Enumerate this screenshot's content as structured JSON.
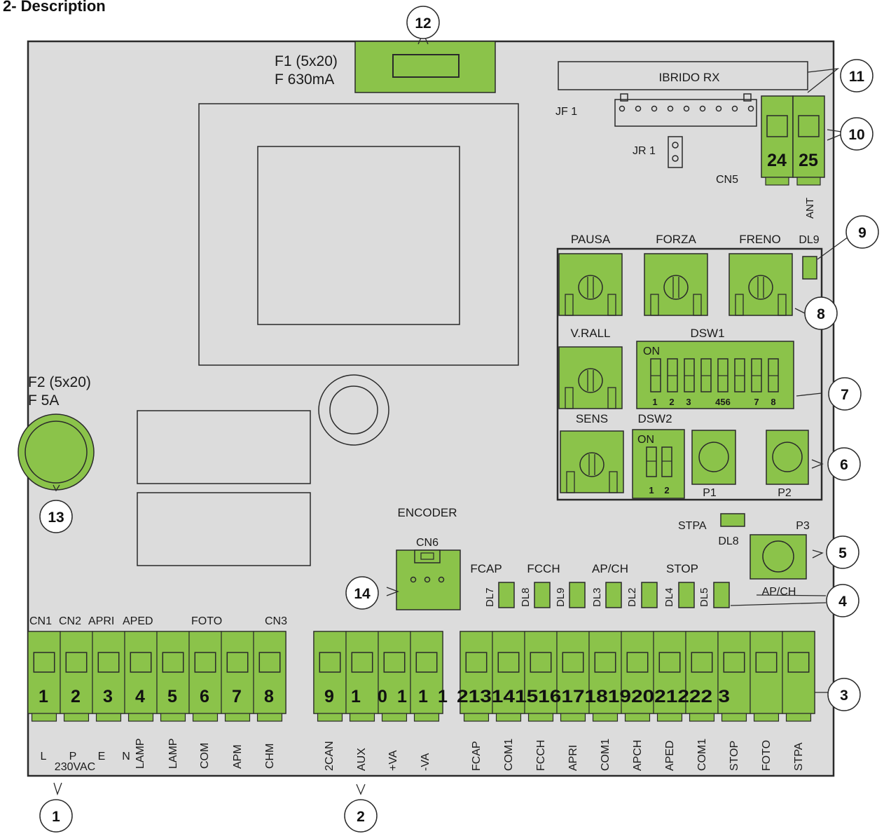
{
  "heading": "2- Description",
  "colors": {
    "board": "#dcdcdc",
    "green": "#8bc34a",
    "outline": "#2a2a2a"
  },
  "fuse_f1": {
    "line1": "F1 (5x20)",
    "line2": "F 630mA"
  },
  "fuse_f2": {
    "line1": "F2 (5x20)",
    "line2": "F 5A"
  },
  "ibrido": "IBRIDO RX",
  "jf1": "JF 1",
  "jr1": "JR 1",
  "cn5": "CN5",
  "ant": "ANT",
  "cn5_terminals": [
    "24",
    "25"
  ],
  "trimmers": {
    "pausa": "PAUSA",
    "forza": "FORZA",
    "freno": "FRENO",
    "vrall": "V.RALL",
    "sens": "SENS"
  },
  "dl9": "DL9",
  "dsw1": {
    "title": "DSW1",
    "on": "ON",
    "numbers": [
      "1",
      "2",
      "3",
      "456",
      "7",
      "8"
    ]
  },
  "dsw2": {
    "title": "DSW2",
    "on": "ON",
    "numbers": [
      "1",
      "2"
    ]
  },
  "buttons": {
    "p1": "P1",
    "p2": "P2",
    "p3": "P3",
    "apch": "AP/CH"
  },
  "stpa": "STPA",
  "dl8": "DL8",
  "encoder": "ENCODER",
  "cn6": "CN6",
  "led_groups": [
    "FCAP",
    "FCCH",
    "AP/CH",
    "STOP"
  ],
  "leds": [
    "DL7",
    "DL8",
    "DL9",
    "DL3",
    "DL2",
    "DL4",
    "DL5"
  ],
  "top_labels": [
    "CN1",
    "CN2",
    "APRI",
    "APED",
    "FOTO",
    "CN3"
  ],
  "block1": {
    "numbers": [
      "1",
      "2",
      "3",
      "4",
      "5",
      "6",
      "7",
      "8"
    ],
    "labels": [
      "L",
      "P",
      "E",
      "N",
      "LAMP",
      "LAMP",
      "COM",
      "APM",
      "CHM"
    ],
    "supply": "230VAC"
  },
  "block2": {
    "numbers": [
      "9",
      "1",
      "0",
      "1",
      "1",
      "1"
    ],
    "labels": [
      "2CAN",
      "AUX",
      "+VA",
      "-VA"
    ]
  },
  "block3": {
    "numbers": "2131415161718192021222 3",
    "labels": [
      "FCAP",
      "COM1",
      "FCCH",
      "APRI",
      "COM1",
      "APCH",
      "APED",
      "COM1",
      "STOP",
      "FOTO",
      "STPA"
    ]
  },
  "callouts": [
    "1",
    "2",
    "3",
    "4",
    "5",
    "6",
    "7",
    "8",
    "9",
    "10",
    "11",
    "12",
    "13",
    "14"
  ]
}
